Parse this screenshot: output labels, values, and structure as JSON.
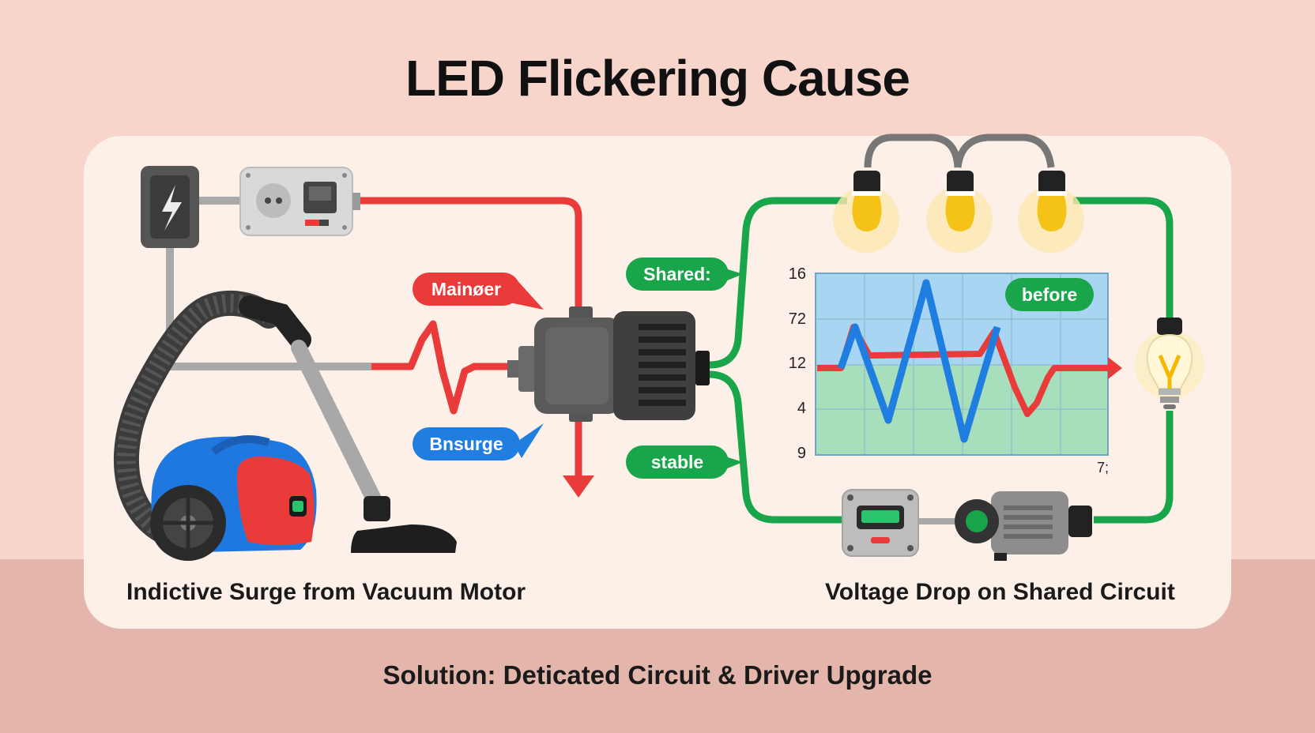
{
  "title": "LED Flickering Cause",
  "left_caption": "Indictive Surge from Vacuum Motor",
  "right_caption": "Voltage Drop on Shared Circuit",
  "solution": "Solution: Deticated Circuit & Driver Upgrade",
  "bubbles": {
    "main": "Mainøer",
    "surge": "Bnsurge",
    "shared": "Shared:",
    "stable": "stable",
    "before": "before"
  },
  "chart": {
    "y_ticks": [
      "16",
      "72",
      "12",
      "4",
      "9"
    ],
    "x_tick": "7;"
  },
  "icons": [
    "power-bolt-icon",
    "outlet-icon",
    "vacuum-icon",
    "motor-icon",
    "bulb-icon",
    "meter-icon",
    "driver-icon"
  ],
  "colors": {
    "surge_line": "#ea3b3b",
    "circuit_line": "#19a64a",
    "voltage_trace": "#1f7ee0",
    "background": "#f8d5cb",
    "panel": "#fcf0e8"
  }
}
